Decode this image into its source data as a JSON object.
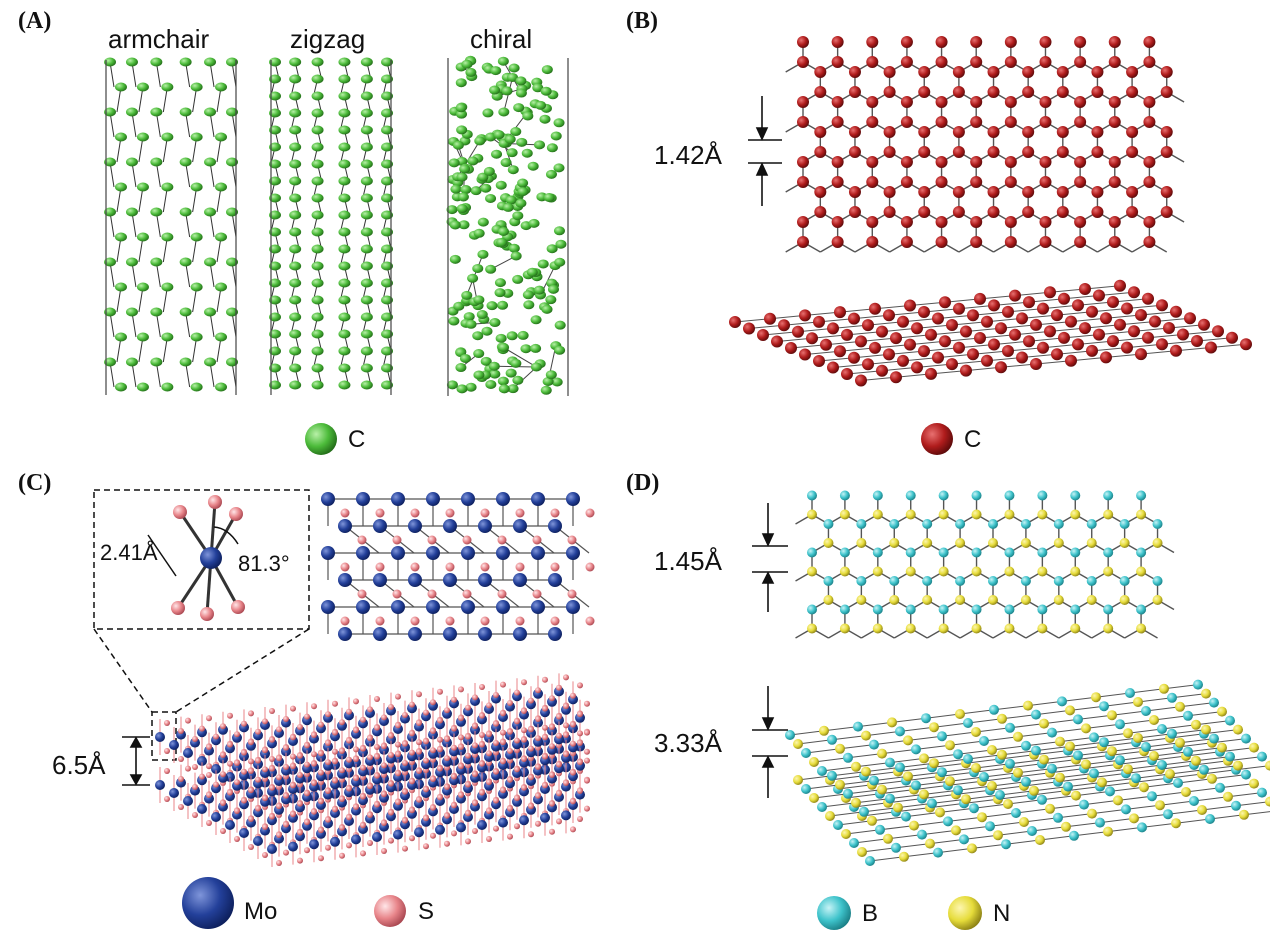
{
  "panels": {
    "a": {
      "label": "(A)",
      "tube_labels": [
        "armchair",
        "zigzag",
        "chiral"
      ],
      "legend": "C"
    },
    "b": {
      "label": "(B)",
      "bond_length": "1.42Å",
      "legend": "C"
    },
    "c": {
      "label": "(C)",
      "bond_length": "2.41Å",
      "angle": "81.3°",
      "interlayer": "6.5Å",
      "legend": [
        "Mo",
        "S"
      ]
    },
    "d": {
      "label": "(D)",
      "bond_length": "1.45Å",
      "interlayer": "3.33Å",
      "legend": [
        "B",
        "N"
      ]
    }
  },
  "colors": {
    "carbon_tube": "#4cbb3a",
    "carbon_sheet": "#9e1b1b",
    "mo": "#23409a",
    "s": "#e8858a",
    "b": "#3ec3cb",
    "n": "#c9b83a",
    "bond": "#555555"
  }
}
